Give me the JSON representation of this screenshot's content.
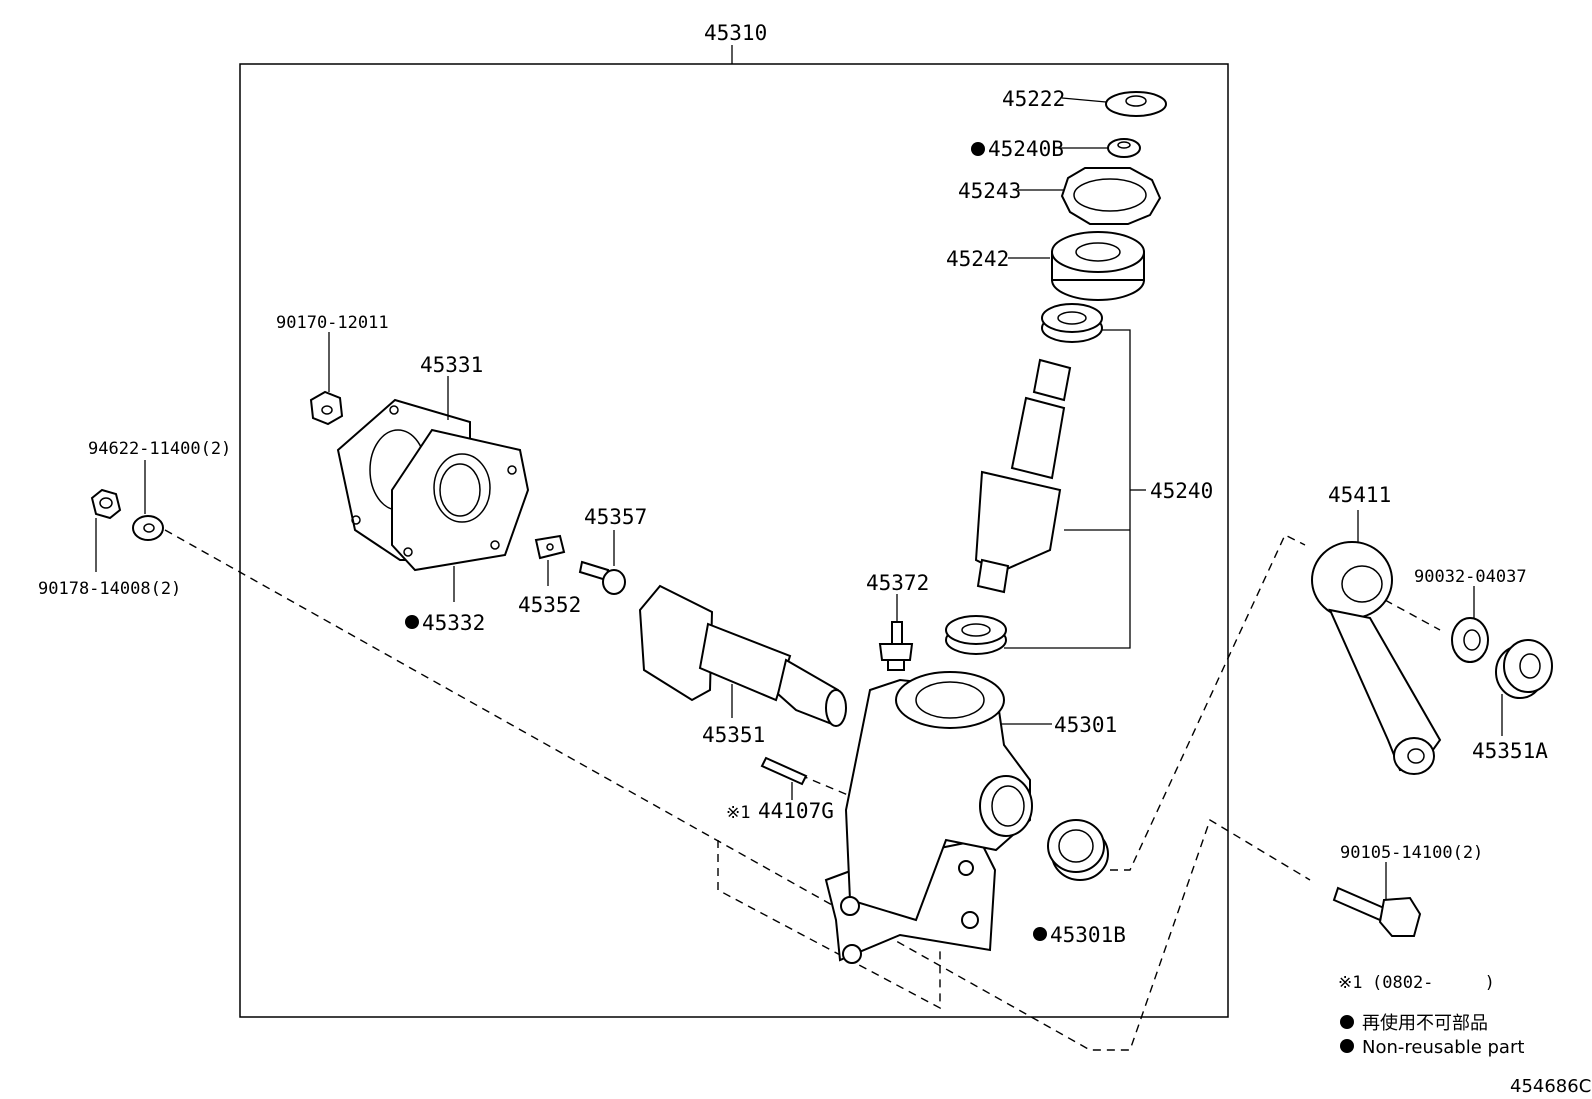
{
  "labels": {
    "assembly": "45310",
    "p45222": "45222",
    "p45240B": "45240B",
    "p45243": "45243",
    "p45242": "45242",
    "p45240": "45240",
    "p90170": "90170-12011",
    "p45331": "45331",
    "p94622": "94622-11400(2)",
    "p90178": "90178-14008(2)",
    "p45332": "45332",
    "p45352": "45352",
    "p45357": "45357",
    "p45372": "45372",
    "p45351": "45351",
    "p44107G_prefix": "※1",
    "p44107G": "44107G",
    "p45301": "45301",
    "p45301B": "45301B",
    "p45411": "45411",
    "p90032": "90032-04037",
    "p45351A": "45351A",
    "p90105": "90105-14100(2)"
  },
  "notes": {
    "date_note_prefix": "※1",
    "date_note": "(0802-     )",
    "non_reusable_ja": "再使用不可部品",
    "non_reusable_en": "Non-reusable part"
  },
  "illustration_id": "454686C"
}
